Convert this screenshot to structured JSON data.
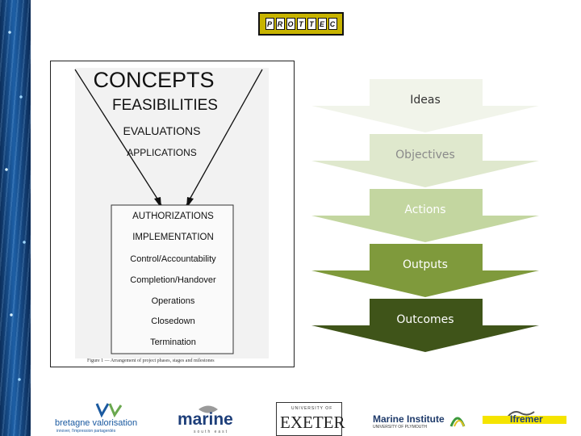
{
  "header": {
    "logo_text": "PROTTEC",
    "logo_letters": [
      "P",
      "R",
      "O",
      "T",
      "T",
      "E",
      "C"
    ]
  },
  "figure": {
    "top_terms": [
      "CONCEPTS",
      "FEASIBILITIES",
      "EVALUATIONS",
      "APPLICATIONS"
    ],
    "box_terms": [
      "AUTHORIZATIONS",
      "IMPLEMENTATION",
      "Control/Accountability",
      "Completion/Handover",
      "Operations",
      "Closedown",
      "Termination"
    ],
    "caption": "Figure 1 — Arrangement of project phases, stages and milestones"
  },
  "funnel": {
    "stages": [
      {
        "label": "Ideas",
        "color": "#f1f4ea",
        "text_color": "#333333"
      },
      {
        "label": "Objectives",
        "color": "#dfe8cd",
        "text_color": "#8a8a8a"
      },
      {
        "label": "Actions",
        "color": "#c3d6a0",
        "text_color": "#ffffff"
      },
      {
        "label": "Outputs",
        "color": "#7f9a3c",
        "text_color": "#ffffff"
      },
      {
        "label": "Outcomes",
        "color": "#3f5419",
        "text_color": "#ffffff"
      }
    ]
  },
  "footer": {
    "logos": [
      {
        "name": "bretagne-valorisation",
        "text": "bretagne valorisation",
        "sub": "innover, l'impression partagerdés"
      },
      {
        "name": "marine-south-east",
        "text": "marine",
        "sub": "south east"
      },
      {
        "name": "university-of-exeter",
        "text": "EXETER",
        "sub": "UNIVERSITY OF"
      },
      {
        "name": "marine-institute",
        "text": "Marine Institute",
        "sub": "UNIVERSITY OF PLYMOUTH"
      },
      {
        "name": "ifremer",
        "text": "Ifremer"
      }
    ]
  }
}
